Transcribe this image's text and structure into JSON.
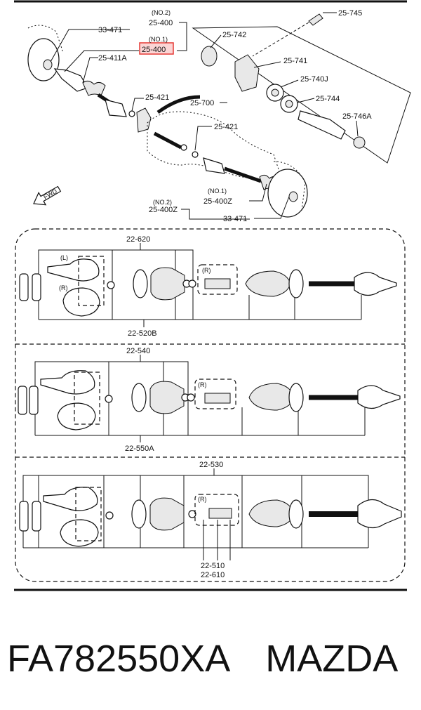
{
  "callouts": {
    "c_25_745": "25-745",
    "c_no2_top": "(NO.2)",
    "c_25_400_top": "25-400",
    "c_33_471_top": "33-471",
    "c_no1_top": "(NO.1)",
    "c_25_400_hl": "25-400",
    "c_25_742": "25-742",
    "c_25_411A": "25-411A",
    "c_25_741": "25-741",
    "c_25_740J": "25-740J",
    "c_25_421_a": "25-421",
    "c_25_744": "25-744",
    "c_25_700": "25-700",
    "c_25_746A": "25-746A",
    "c_25_421_b": "25-421",
    "c_no1_bot": "(NO.1)",
    "c_25_400Z": "25-400Z",
    "c_no2_bot": "(NO.2)",
    "c_25_400Z_b": "25-400Z",
    "c_33_471_bot": "33-471",
    "fwd": "FWD"
  },
  "panels": {
    "p1_top": "22-620",
    "p1_bottom": "22-520B",
    "p1_L": "(L)",
    "p1_R": "(R)",
    "p1_R2": "(R)",
    "p2_top": "22-540",
    "p2_bottom": "22-550A",
    "p2_R": "(R)",
    "p3_top": "22-530",
    "p3_R": "(R)",
    "p3_bottom1": "22-510",
    "p3_bottom2": "22-610"
  },
  "footer": {
    "part_number": "FA782550XA",
    "brand": "MAZDA"
  },
  "colors": {
    "highlight": "#e53935",
    "highlight_fill": "#fbd5d5",
    "ink": "#111111"
  }
}
